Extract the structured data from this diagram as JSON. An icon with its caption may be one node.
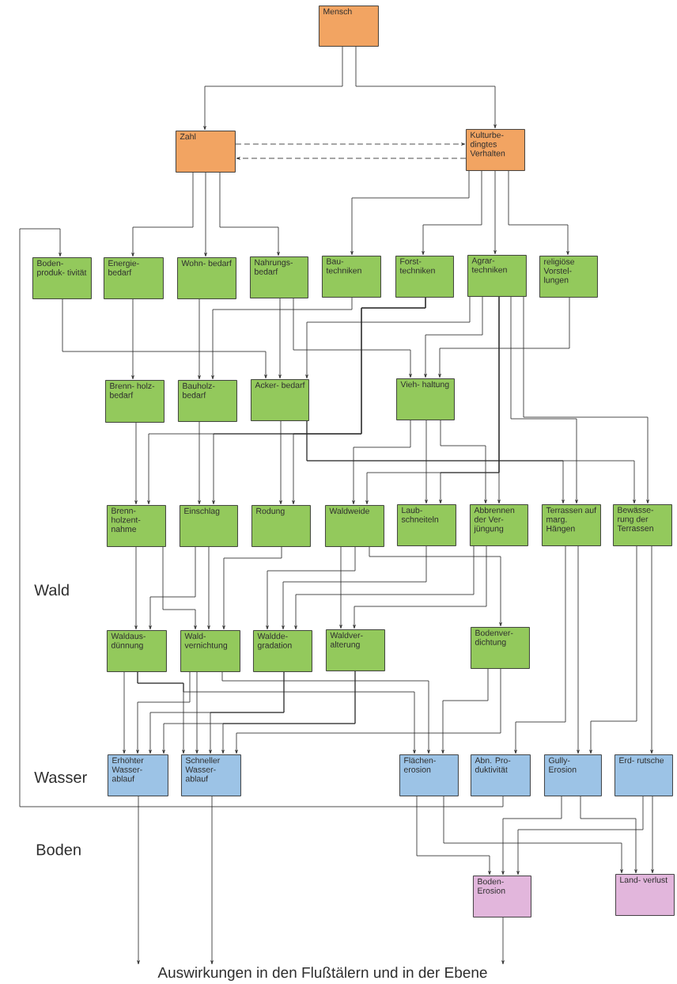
{
  "diagram": {
    "nodes": [
      {
        "text": [
          "Mensch"
        ]
      },
      {
        "text": [
          "Zahl"
        ]
      },
      {
        "text": [
          "Kulturbe- dingtes Verhalten"
        ]
      },
      {
        "text": [
          "Boden- produk- tivität"
        ]
      },
      {
        "text": [
          "Energie- bedarf"
        ]
      },
      {
        "text": [
          "Wohn- bedarf"
        ]
      },
      {
        "text": [
          "Nahrungs- bedarf"
        ]
      },
      {
        "text": [
          "Bau- techniken"
        ]
      },
      {
        "text": [
          "Forst- techniken"
        ]
      },
      {
        "text": [
          "Agrar- techniken"
        ]
      },
      {
        "text": [
          "religiöse Vorstel- lungen"
        ]
      },
      {
        "text": [
          "Brenn- holz- bedarf"
        ]
      },
      {
        "text": [
          "Bauholz- bedarf"
        ]
      },
      {
        "text": [
          "Acker- bedarf"
        ]
      },
      {
        "text": [
          "Vieh- haltung"
        ]
      },
      {
        "text": [
          "Brenn- holzent- nahme"
        ]
      },
      {
        "text": [
          "Einschlag"
        ]
      },
      {
        "text": [
          "Rodung"
        ]
      },
      {
        "text": [
          "Waldweide"
        ]
      },
      {
        "text": [
          "Laub- schneiteln"
        ]
      },
      {
        "text": [
          "Abbrennen der Ver- jüngung"
        ]
      },
      {
        "text": [
          "Terrassen auf marg. Hängen"
        ]
      },
      {
        "text": [
          "Bewässe- rung der Terrassen"
        ]
      },
      {
        "text": [
          "Waldaus- dünnung"
        ]
      },
      {
        "text": [
          "Wald- vernichtung"
        ]
      },
      {
        "text": [
          "Waldde- gradation"
        ]
      },
      {
        "text": [
          "Waldver- alterung"
        ]
      },
      {
        "text": [
          "Bodenver- dichtung"
        ]
      },
      {
        "text": [
          "Erhöhter Wasser- ablauf"
        ]
      },
      {
        "text": [
          "Schneller Wasser- ablauf"
        ]
      },
      {
        "text": [
          "Flächen- erosion"
        ]
      },
      {
        "text": [
          "Abn. Pro- duktivität"
        ]
      },
      {
        "text": [
          "Gully- Erosion"
        ]
      },
      {
        "text": [
          "Erd- rutsche"
        ]
      },
      {
        "text": [
          "Boden- Erosion"
        ]
      },
      {
        "text": [
          "Land- verlust"
        ]
      },
      {
        "text": [
          "Auswirkungen in den Flußtälern und in der Ebene"
        ]
      }
    ],
    "edges": [
      {
        "from": 0,
        "to": 1,
        "arrow": "to"
      },
      {
        "from": 0,
        "to": 2,
        "arrow": "to"
      },
      {
        "from": 1,
        "to": 2,
        "arrow": "to",
        "style": "dashed"
      },
      {
        "from": 2,
        "to": 1,
        "arrow": "to",
        "style": "dashed"
      },
      {
        "from": 1,
        "to": 4,
        "arrow": "to"
      },
      {
        "from": 1,
        "to": 5,
        "arrow": "to"
      },
      {
        "from": 1,
        "to": 6,
        "arrow": "to"
      },
      {
        "from": 2,
        "to": 7,
        "arrow": "to"
      },
      {
        "from": 2,
        "to": 8,
        "arrow": "to"
      },
      {
        "from": 2,
        "to": 9,
        "arrow": "to"
      },
      {
        "from": 2,
        "to": 10,
        "arrow": "to"
      },
      {
        "from": 3,
        "to": 13,
        "arrow": "to"
      },
      {
        "from": 4,
        "to": 11,
        "arrow": "to"
      },
      {
        "from": 5,
        "to": 12,
        "arrow": "to"
      },
      {
        "from": 6,
        "to": 13,
        "arrow": "to"
      },
      {
        "from": 6,
        "to": 14,
        "arrow": "to"
      },
      {
        "from": 7,
        "to": 12,
        "arrow": "to"
      },
      {
        "from": 8,
        "to": 15,
        "arrow": "to"
      },
      {
        "from": 8,
        "to": 16,
        "arrow": "to"
      },
      {
        "from": 8,
        "to": 17,
        "arrow": "to"
      },
      {
        "from": 9,
        "to": 13,
        "arrow": "to"
      },
      {
        "from": 9,
        "to": 14,
        "arrow": "to"
      },
      {
        "from": 10,
        "to": 14,
        "arrow": "to"
      },
      {
        "from": 11,
        "to": 15,
        "arrow": "to"
      },
      {
        "from": 12,
        "to": 16,
        "arrow": "to"
      },
      {
        "from": 13,
        "to": 17,
        "arrow": "to"
      },
      {
        "from": 13,
        "to": 21,
        "arrow": "to"
      },
      {
        "from": 13,
        "to": 22,
        "arrow": "to"
      },
      {
        "from": 14,
        "to": 18,
        "arrow": "to"
      },
      {
        "from": 14,
        "to": 19,
        "arrow": "to"
      },
      {
        "from": 14,
        "to": 20,
        "arrow": "to"
      },
      {
        "from": 9,
        "to": 18,
        "arrow": "to"
      },
      {
        "from": 9,
        "to": 19,
        "arrow": "to"
      },
      {
        "from": 9,
        "to": 20,
        "arrow": "to"
      },
      {
        "from": 9,
        "to": 21,
        "arrow": "to"
      },
      {
        "from": 9,
        "to": 22,
        "arrow": "to"
      },
      {
        "from": 15,
        "to": 23,
        "arrow": "to"
      },
      {
        "from": 15,
        "to": 24,
        "arrow": "to"
      },
      {
        "from": 16,
        "to": 23,
        "arrow": "to"
      },
      {
        "from": 16,
        "to": 24,
        "arrow": "to"
      },
      {
        "from": 17,
        "to": 24,
        "arrow": "to"
      },
      {
        "from": 18,
        "to": 26,
        "arrow": "to"
      },
      {
        "from": 18,
        "to": 25,
        "arrow": "to"
      },
      {
        "from": 18,
        "to": 27,
        "arrow": "to"
      },
      {
        "from": 19,
        "to": 25,
        "arrow": "to"
      },
      {
        "from": 20,
        "to": 25,
        "arrow": "to"
      },
      {
        "from": 20,
        "to": 26,
        "arrow": "to"
      },
      {
        "from": 23,
        "to": 28,
        "arrow": "to"
      },
      {
        "from": 23,
        "to": 29,
        "arrow": "to"
      },
      {
        "from": 23,
        "to": 30,
        "arrow": "to"
      },
      {
        "from": 24,
        "to": 28,
        "arrow": "to"
      },
      {
        "from": 24,
        "to": 29,
        "arrow": "to"
      },
      {
        "from": 24,
        "to": 30,
        "arrow": "to"
      },
      {
        "from": 25,
        "to": 28,
        "arrow": "to"
      },
      {
        "from": 25,
        "to": 29,
        "arrow": "to"
      },
      {
        "from": 26,
        "to": 28,
        "arrow": "to"
      },
      {
        "from": 26,
        "to": 29,
        "arrow": "to"
      },
      {
        "from": 27,
        "to": 30,
        "arrow": "to"
      },
      {
        "from": 27,
        "to": 29,
        "arrow": "to"
      },
      {
        "from": 21,
        "to": 31,
        "arrow": "to"
      },
      {
        "from": 21,
        "to": 32,
        "arrow": "to"
      },
      {
        "from": 22,
        "to": 32,
        "arrow": "to"
      },
      {
        "from": 22,
        "to": 33,
        "arrow": "to"
      },
      {
        "from": 28,
        "to": 36,
        "arrow": "to"
      },
      {
        "from": 29,
        "to": 36,
        "arrow": "to"
      },
      {
        "from": 30,
        "to": 34,
        "arrow": "to"
      },
      {
        "from": 30,
        "to": 35,
        "arrow": "to"
      },
      {
        "from": 31,
        "to": 3,
        "arrow": "to"
      },
      {
        "from": 32,
        "to": 34,
        "arrow": "to"
      },
      {
        "from": 32,
        "to": 35,
        "arrow": "to"
      },
      {
        "from": 33,
        "to": 34,
        "arrow": "to"
      },
      {
        "from": 33,
        "to": 35,
        "arrow": "to"
      },
      {
        "from": 34,
        "to": 36,
        "arrow": "to"
      }
    ],
    "labels": [
      "Wald",
      "Wasser",
      "Boden"
    ]
  }
}
